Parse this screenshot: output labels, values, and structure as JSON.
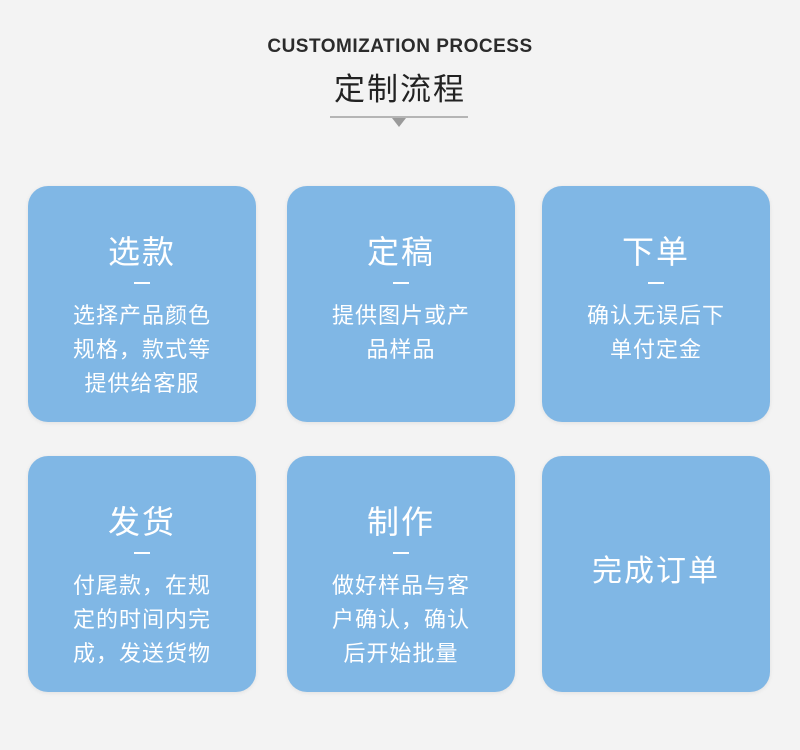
{
  "header": {
    "en_title": "CUSTOMIZATION PROCESS",
    "cn_title": "定制流程"
  },
  "steps": [
    {
      "title": "选款",
      "lines": [
        "选择产品颜色",
        "规格，款式等",
        "提供给客服"
      ]
    },
    {
      "title": "定稿",
      "lines": [
        "提供图片或产",
        "品样品"
      ]
    },
    {
      "title": "下单",
      "lines": [
        "确认无误后下",
        "单付定金"
      ]
    },
    {
      "title": "发货",
      "lines": [
        "付尾款，在规",
        "定的时间内完",
        "成，发送货物"
      ]
    },
    {
      "title": "制作",
      "lines": [
        "做好样品与客",
        "户确认，确认",
        "后开始批量"
      ]
    },
    {
      "title": "完成订单"
    }
  ],
  "colors": {
    "background": "#f3f3f3",
    "card": "#80b7e5",
    "card_text": "#ffffff",
    "title_text": "#222222"
  }
}
